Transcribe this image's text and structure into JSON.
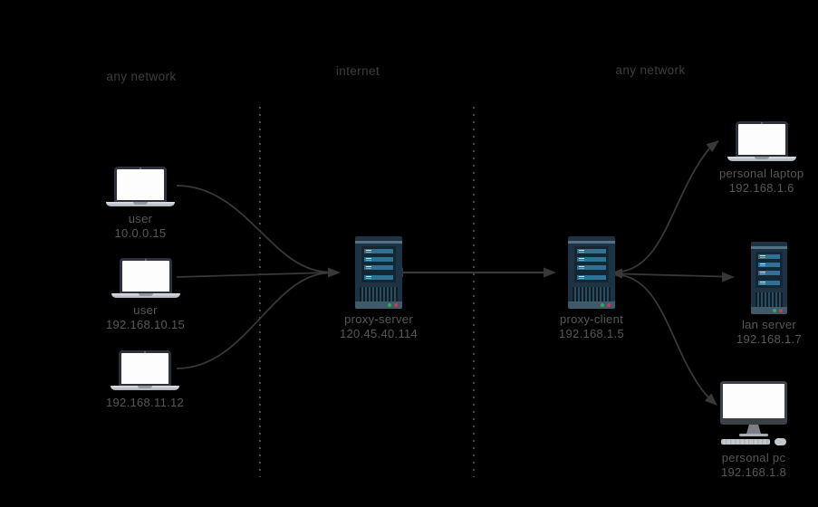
{
  "diagram": {
    "background": "#000000",
    "zones": [
      {
        "id": "left",
        "label": "any network"
      },
      {
        "id": "middle",
        "label": "internet"
      },
      {
        "id": "right",
        "label": "any network"
      }
    ],
    "nodes": [
      {
        "id": "user-1",
        "type": "laptop",
        "label": "user",
        "ip": "10.0.0.15"
      },
      {
        "id": "user-2",
        "type": "laptop",
        "label": "user",
        "ip": "192.168.10.15"
      },
      {
        "id": "user-3",
        "type": "laptop",
        "label": "",
        "ip": "192.168.11.12"
      },
      {
        "id": "proxy-server",
        "type": "server",
        "label": "proxy-server",
        "ip": "120.45.40.114"
      },
      {
        "id": "proxy-client",
        "type": "server",
        "label": "proxy-client",
        "ip": "192.168.1.5"
      },
      {
        "id": "personal-laptop",
        "type": "laptop",
        "label": "personal laptop",
        "ip": "192.168.1.6"
      },
      {
        "id": "lan-server",
        "type": "server",
        "label": "lan server",
        "ip": "192.168.1.7"
      },
      {
        "id": "personal-pc",
        "type": "desktop",
        "label": "personal pc",
        "ip": "192.168.1.8"
      }
    ],
    "links": [
      {
        "from": "user-1",
        "to": "proxy-server",
        "arrow": "to"
      },
      {
        "from": "user-2",
        "to": "proxy-server",
        "arrow": "to"
      },
      {
        "from": "user-3",
        "to": "proxy-server",
        "arrow": "to"
      },
      {
        "from": "proxy-server",
        "to": "proxy-client",
        "arrow": "both"
      },
      {
        "from": "proxy-client",
        "to": "personal-laptop",
        "arrow": "both"
      },
      {
        "from": "proxy-client",
        "to": "lan-server",
        "arrow": "both"
      },
      {
        "from": "proxy-client",
        "to": "personal-pc",
        "arrow": "both"
      }
    ],
    "colors": {
      "line": "#383838",
      "divider_dots": "#4b4b4b",
      "zone_label_text": "#3e3e3e",
      "node_label_text": "#575757",
      "laptop_frame": "#2c313c",
      "screen_white": "#fdfdfd",
      "server_body": "#1d3343",
      "server_panel": "#122634",
      "server_bar": "#2f7095",
      "led_green": "#37a853",
      "led_red": "#c63c50",
      "desktop_frame": "#3c4147"
    }
  }
}
